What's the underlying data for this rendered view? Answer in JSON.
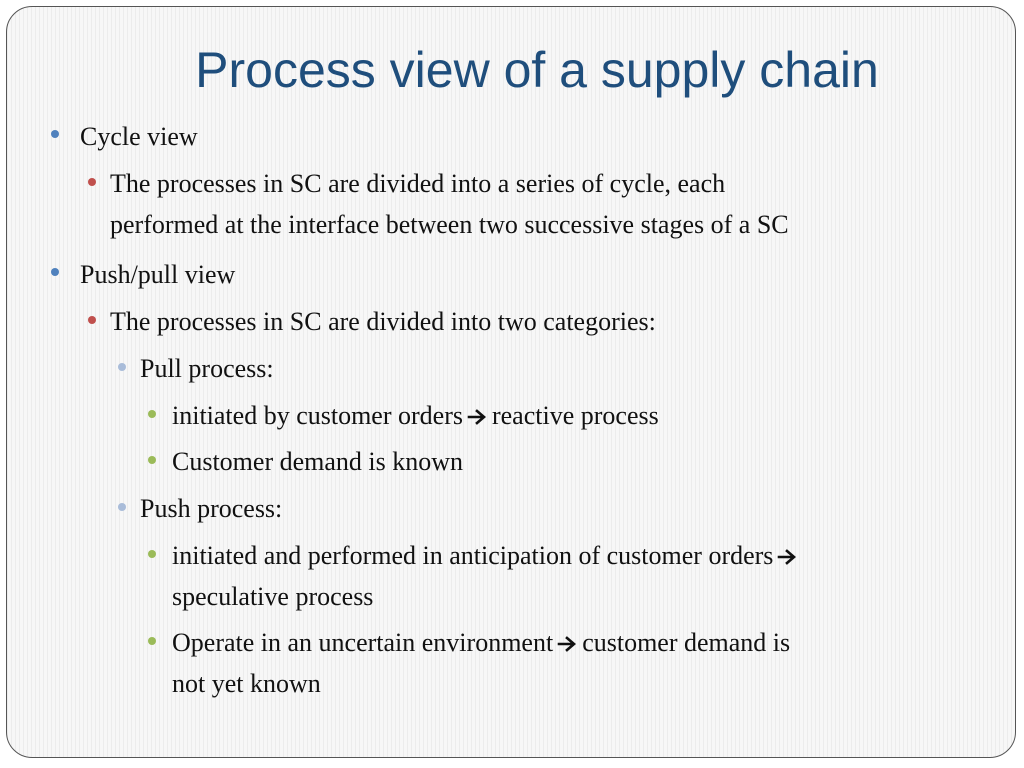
{
  "slide": {
    "title": "Process view of a supply chain",
    "items": [
      {
        "text": "Cycle view"
      },
      {
        "text_lines": [
          "The processes in SC are divided into a series of cycle, each",
          "performed at the interface between two successive stages of a SC"
        ]
      },
      {
        "text": "Push/pull view"
      },
      {
        "text": "The processes in SC are divided into two categories:"
      },
      {
        "text": "Pull process:"
      },
      {
        "before": "initiated by customer orders",
        "after": "reactive process"
      },
      {
        "text": "Customer demand is known"
      },
      {
        "text": "Push process:"
      },
      {
        "before": "initiated and performed in anticipation of customer orders",
        "after": "speculative process"
      },
      {
        "before": "Operate in an uncertain environment",
        "after": "customer demand is",
        "after_line2": "not yet known"
      }
    ]
  },
  "colors": {
    "title": "#1f4e7c",
    "bullet_level1": "#4f81bd",
    "bullet_level2": "#c0504d",
    "bullet_level3": "#a9bcd9",
    "bullet_level4": "#9bbb59"
  },
  "icons": {
    "arrow": "right-arrow-icon"
  }
}
